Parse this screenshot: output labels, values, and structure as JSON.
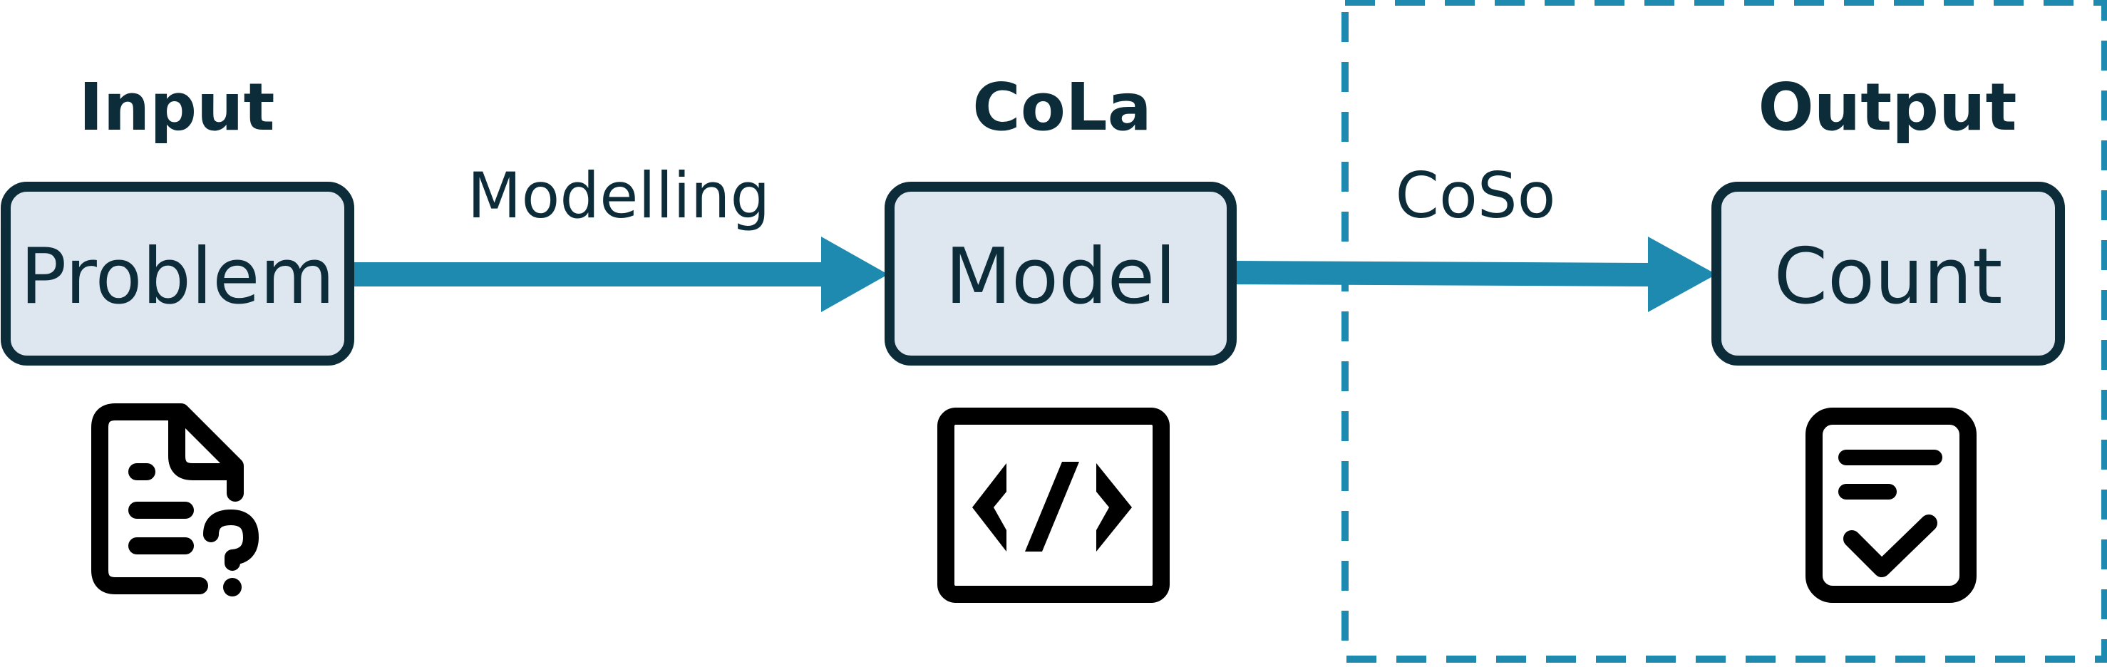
{
  "colors": {
    "accent": "#1f8ab0",
    "box_fill": "#dee7f0",
    "box_stroke": "#0d2c3a",
    "text": "#0d2c3a",
    "icon": "#000000"
  },
  "stages": {
    "input": {
      "heading": "Input",
      "box_label": "Problem",
      "icon": "document-question-icon"
    },
    "cola": {
      "heading": "CoLa",
      "box_label": "Model",
      "icon": "code-icon"
    },
    "output": {
      "heading": "Output",
      "box_label": "Count",
      "icon": "checklist-icon"
    }
  },
  "edges": {
    "modelling": "Modelling",
    "coso": "CoSo"
  }
}
